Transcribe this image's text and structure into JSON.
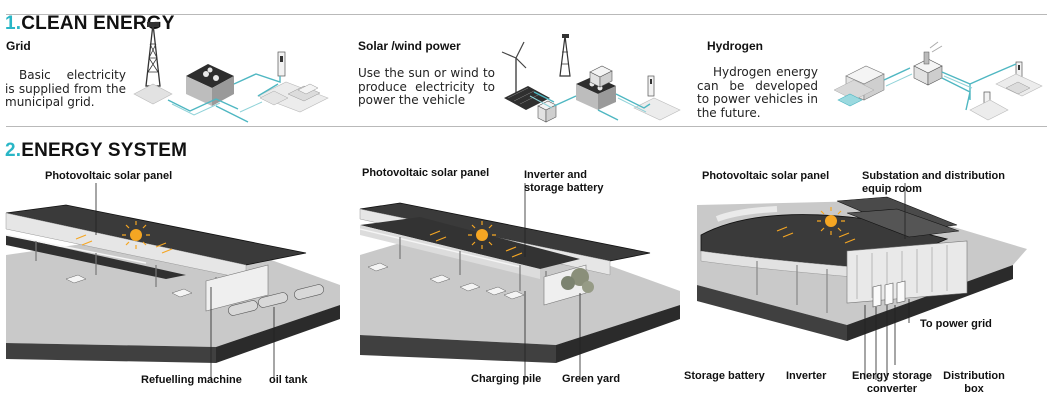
{
  "section1": {
    "number": "1.",
    "title": "CLEAN ENERGY",
    "items": [
      {
        "title": "Grid",
        "text": "Basic electricity is supplied from the municipal grid."
      },
      {
        "title": "Solar /wind power",
        "text": "Use the sun or wind to produce electricity to power the vehicle"
      },
      {
        "title": "Hydrogen",
        "text": "Hydrogen energy can be developed to power vehicles in the future."
      }
    ]
  },
  "section2": {
    "number": "2.",
    "title": "ENERGY SYSTEM",
    "panels": [
      {
        "top_labels": [
          "Photovoltaic solar panel"
        ],
        "bottom_labels": [
          "Refuelling machine",
          "oil tank"
        ]
      },
      {
        "top_labels": [
          "Photovoltaic solar panel",
          "Inverter and storage battery"
        ],
        "bottom_labels": [
          "Charging pile",
          "Green yard"
        ]
      },
      {
        "top_labels": [
          "Photovoltaic solar panel",
          "Substation and distribution equip room"
        ],
        "mid_labels": [
          "To power grid"
        ],
        "bottom_labels": [
          "Storage battery",
          "Inverter",
          "Energy storage converter",
          "Distribution box"
        ]
      }
    ]
  },
  "colors": {
    "accent": "#29b6c6",
    "pipe": "#4fb7c2",
    "sun": "#f5a623",
    "roof": "#3a3a3a",
    "ground": "#2b2b2b"
  }
}
